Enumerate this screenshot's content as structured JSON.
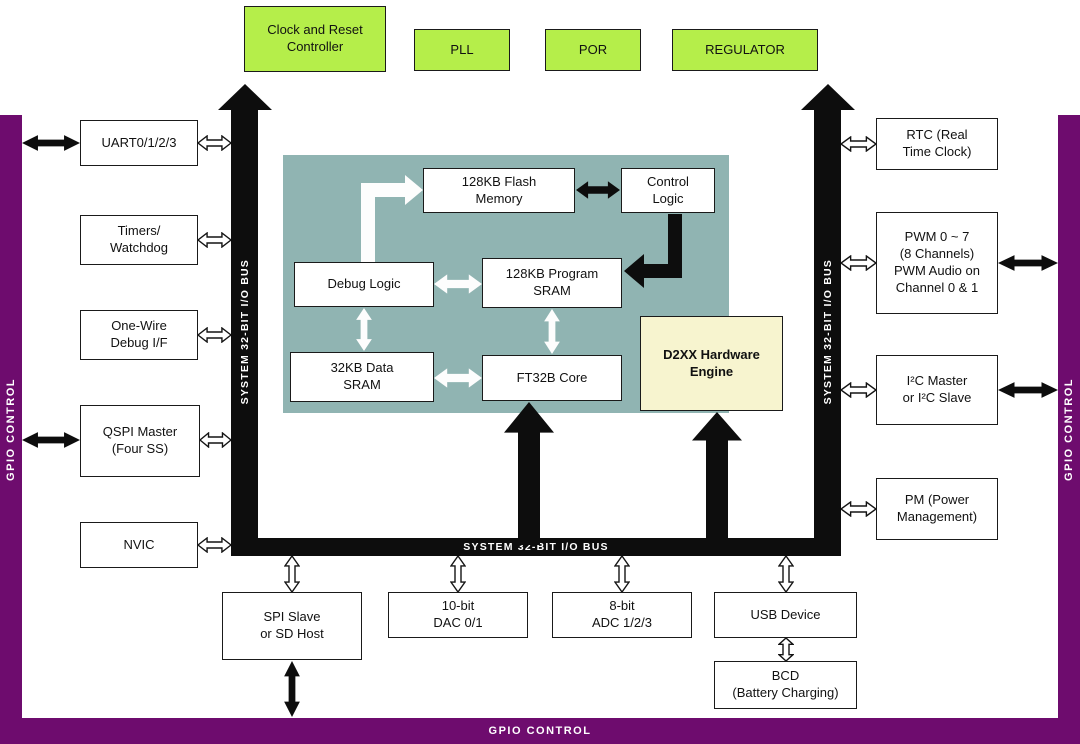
{
  "colors": {
    "green": "#b5ee4a",
    "purple": "#6e0c6e",
    "teal": "#90b4b2",
    "yellow": "#f7f4cf",
    "bus_black": "#0d0d0d"
  },
  "top_blocks": {
    "clock_reset": "Clock and Reset\nController",
    "pll": "PLL",
    "por": "POR",
    "regulator": "REGULATOR"
  },
  "gpio": {
    "left": "GPIO CONTROL",
    "right": "GPIO CONTROL",
    "bottom": "GPIO CONTROL"
  },
  "bus": {
    "left": "SYSTEM 32-BIT I/O BUS",
    "right": "SYSTEM 32-BIT I/O BUS",
    "bottom": "SYSTEM 32-BIT I/O BUS"
  },
  "left_blocks": {
    "uart": "UART0/1/2/3",
    "timers": "Timers/\nWatchdog",
    "onewire": "One-Wire\nDebug I/F",
    "qspi": "QSPI Master\n(Four SS)",
    "nvic": "NVIC"
  },
  "right_blocks": {
    "rtc": "RTC (Real\nTime Clock)",
    "pwm": "PWM 0 ~ 7\n(8 Channels)\nPWM Audio on\nChannel 0 & 1",
    "i2c": "I²C Master\nor I²C Slave",
    "pm": "PM (Power\nManagement)"
  },
  "core_blocks": {
    "flash": "128KB Flash\nMemory",
    "control": "Control\nLogic",
    "debug": "Debug Logic",
    "program_sram": "128KB Program\nSRAM",
    "data_sram": "32KB Data\nSRAM",
    "ft32b": "FT32B Core",
    "d2xx": "D2XX Hardware\nEngine"
  },
  "bottom_blocks": {
    "spi": "SPI Slave\nor SD Host",
    "dac": "10-bit\nDAC 0/1",
    "adc": "8-bit\nADC 1/2/3",
    "usb": "USB Device",
    "bcd": "BCD\n(Battery Charging)"
  }
}
